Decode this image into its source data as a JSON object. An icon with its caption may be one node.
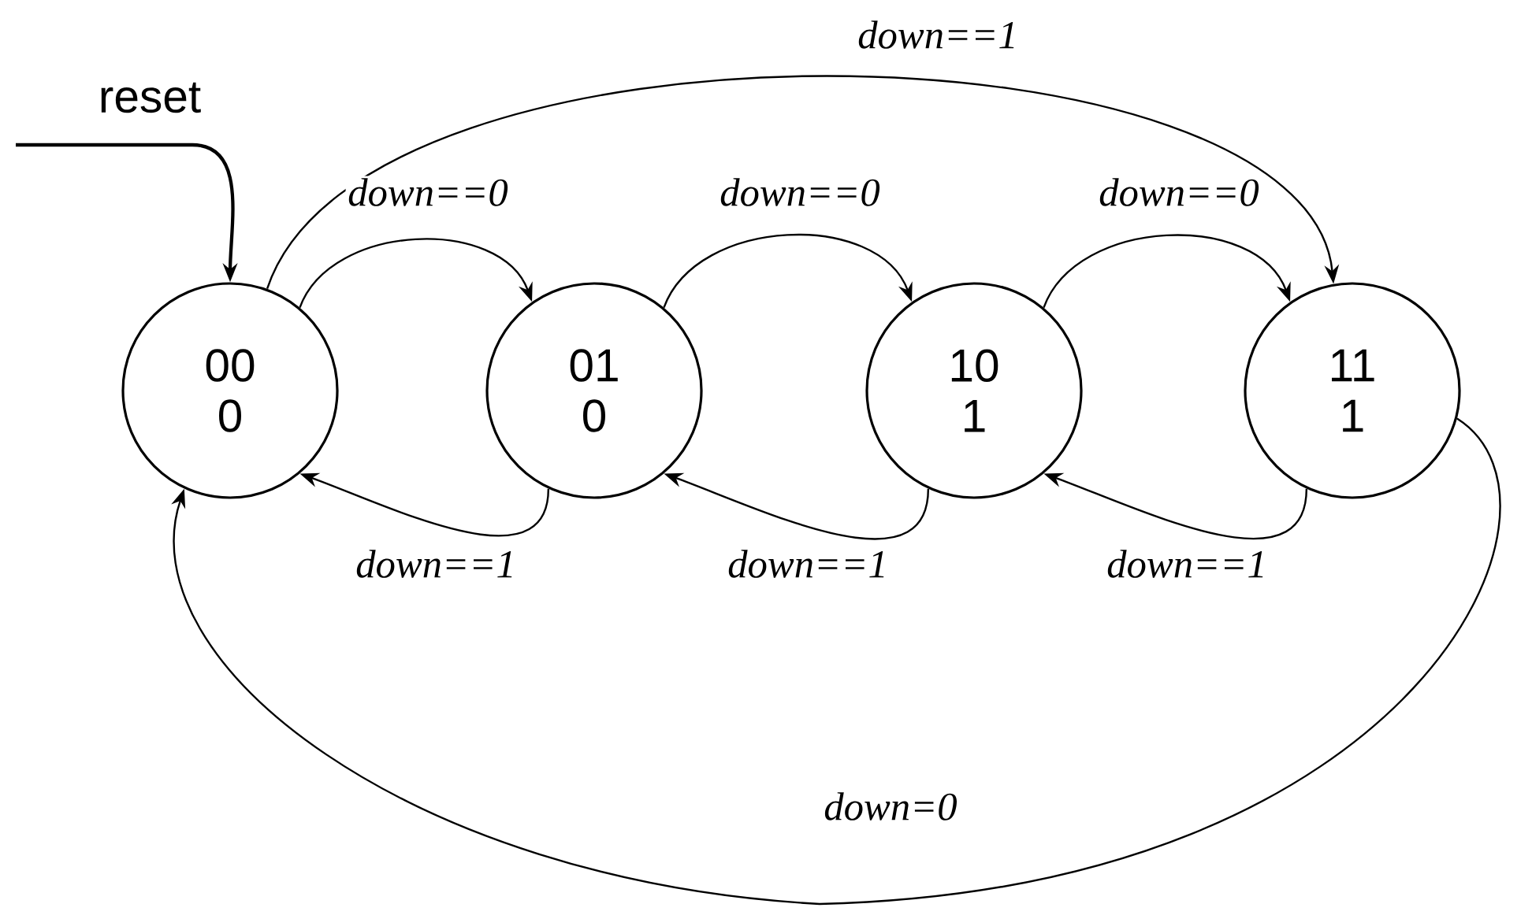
{
  "diagram": {
    "nodes": [
      {
        "text": [
          "00",
          "0"
        ]
      },
      {
        "text": [
          "01",
          "0"
        ]
      },
      {
        "text": [
          "10",
          "1"
        ]
      },
      {
        "text": [
          "11",
          "1"
        ]
      }
    ],
    "edges": [
      {
        "from": null,
        "to": 0,
        "arrow": "to",
        "label": "reset"
      },
      {
        "from": 0,
        "to": 1,
        "arrow": "to",
        "label": "down==0"
      },
      {
        "from": 1,
        "to": 2,
        "arrow": "to",
        "label": "down==0"
      },
      {
        "from": 2,
        "to": 3,
        "arrow": "to",
        "label": "down==0"
      },
      {
        "from": 1,
        "to": 0,
        "arrow": "to",
        "label": "down==1"
      },
      {
        "from": 2,
        "to": 1,
        "arrow": "to",
        "label": "down==1"
      },
      {
        "from": 3,
        "to": 2,
        "arrow": "to",
        "label": "down==1"
      },
      {
        "from": 0,
        "to": 3,
        "arrow": "to",
        "label": "down==1"
      },
      {
        "from": 3,
        "to": 0,
        "arrow": "to",
        "label": "down=0"
      }
    ]
  }
}
